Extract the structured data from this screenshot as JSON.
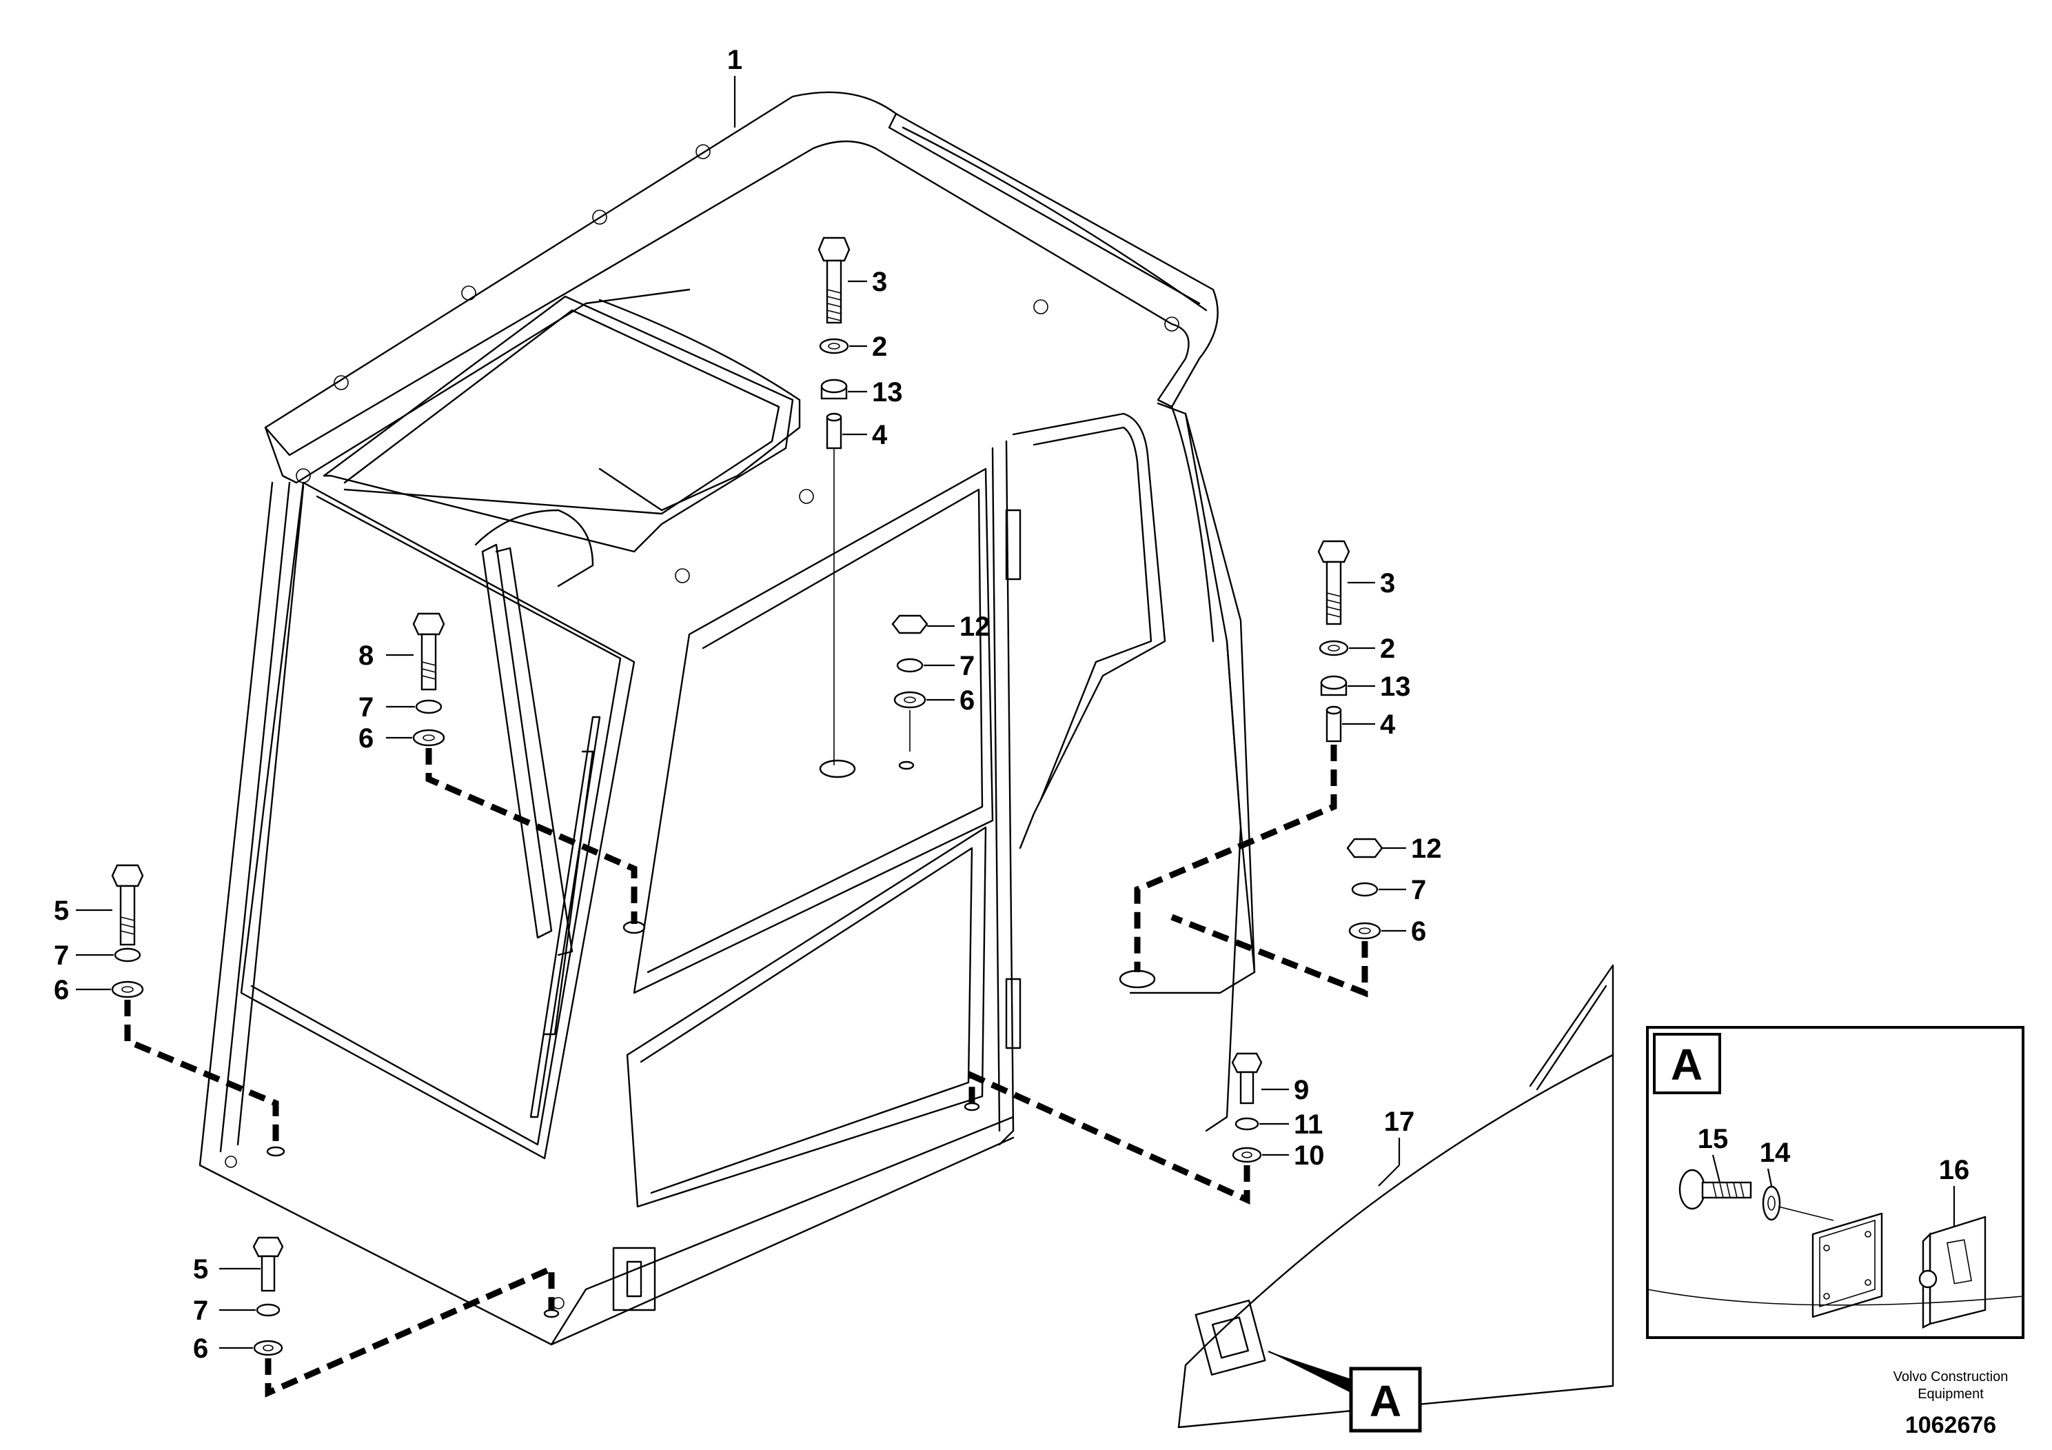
{
  "callouts": [
    {
      "id": "c1",
      "text": "1"
    },
    {
      "id": "c3a",
      "text": "3"
    },
    {
      "id": "c2a",
      "text": "2"
    },
    {
      "id": "c13a",
      "text": "13"
    },
    {
      "id": "c4a",
      "text": "4"
    },
    {
      "id": "c3b",
      "text": "3"
    },
    {
      "id": "c2b",
      "text": "2"
    },
    {
      "id": "c13b",
      "text": "13"
    },
    {
      "id": "c4b",
      "text": "4"
    },
    {
      "id": "c12a",
      "text": "12"
    },
    {
      "id": "c7a",
      "text": "7"
    },
    {
      "id": "c6a",
      "text": "6"
    },
    {
      "id": "c12b",
      "text": "12"
    },
    {
      "id": "c7b",
      "text": "7"
    },
    {
      "id": "c6b",
      "text": "6"
    },
    {
      "id": "c8",
      "text": "8"
    },
    {
      "id": "c7c",
      "text": "7"
    },
    {
      "id": "c6c",
      "text": "6"
    },
    {
      "id": "c5a",
      "text": "5"
    },
    {
      "id": "c7d",
      "text": "7"
    },
    {
      "id": "c6d",
      "text": "6"
    },
    {
      "id": "c5b",
      "text": "5"
    },
    {
      "id": "c7e",
      "text": "7"
    },
    {
      "id": "c6e",
      "text": "6"
    },
    {
      "id": "c9",
      "text": "9"
    },
    {
      "id": "c11",
      "text": "11"
    },
    {
      "id": "c10",
      "text": "10"
    },
    {
      "id": "c17",
      "text": "17"
    },
    {
      "id": "c15",
      "text": "15"
    },
    {
      "id": "c14",
      "text": "14"
    },
    {
      "id": "c16",
      "text": "16"
    }
  ],
  "detail_label": "A",
  "detail_ref_label": "A",
  "footer": {
    "company_line1": "Volvo Construction",
    "company_line2": "Equipment",
    "doc_number": "1062676"
  },
  "icons": [
    "bolt-icon",
    "washer-icon",
    "nut-icon",
    "spacer-icon",
    "lock-icon"
  ]
}
